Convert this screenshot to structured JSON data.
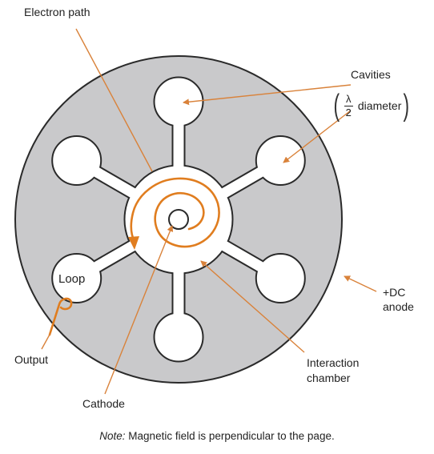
{
  "labels": {
    "electron_path": "Electron path",
    "cavities": "Cavities",
    "lambda": "λ",
    "two": "2",
    "diameter": "diameter",
    "loop": "Loop",
    "dc_anode_line1": "+DC",
    "dc_anode_line2": "anode",
    "output": "Output",
    "interaction_line1": "Interaction",
    "interaction_line2": "chamber",
    "cathode": "Cathode"
  },
  "note": {
    "prefix": "Note:",
    "text": " Magnetic field is perpendicular to the page."
  },
  "colors": {
    "anode_fill": "#c9c9cb",
    "outline": "#2a2a2a",
    "electron_path": "#e07d1f",
    "leader": "#d9823a",
    "text": "#222222"
  }
}
